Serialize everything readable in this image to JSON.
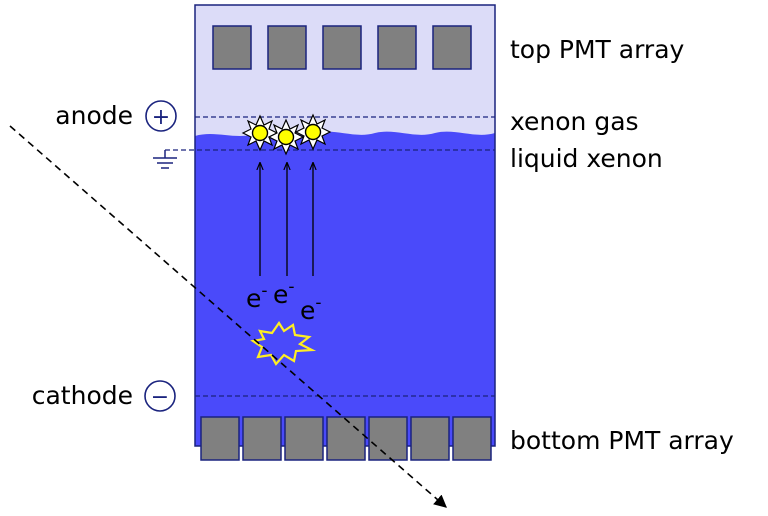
{
  "labels": {
    "top_pmt": "top PMT array",
    "xenon_gas": "xenon gas",
    "liquid_xenon": "liquid xenon",
    "bottom_pmt": "bottom PMT array",
    "anode": "anode",
    "cathode": "cathode",
    "anode_sign": "+",
    "cathode_sign": "−"
  },
  "electrons": [
    {
      "base": "e",
      "sup": "-"
    },
    {
      "base": "e",
      "sup": "-"
    },
    {
      "base": "e",
      "sup": "-"
    }
  ],
  "counts": {
    "top_pmts": 5,
    "bottom_pmts": 7,
    "scintillation_flashes": 3,
    "drift_arrows": 3
  },
  "colors": {
    "gas_region": "#dcdcf8",
    "liquid_region": "#4a4afa",
    "outline": "#1a237e",
    "pmt_fill": "#808080",
    "flash_yellow": "#ffff00",
    "spark_yellow": "#ffee22"
  },
  "icons": {
    "anode": "plus-circle-icon",
    "cathode": "minus-circle-icon",
    "ground": "ground-symbol-icon",
    "interaction": "starburst-icon"
  }
}
